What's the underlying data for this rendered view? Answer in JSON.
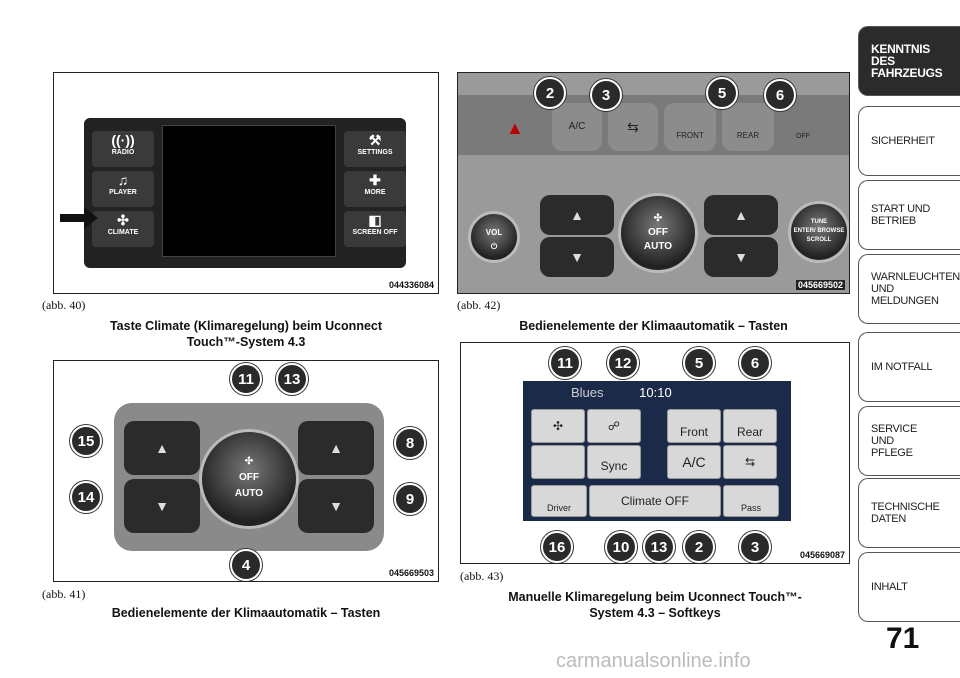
{
  "figures": [
    {
      "abb": "(abb. 40)",
      "caption_line1": "Taste Climate (Klimaregelung) beim Uconnect",
      "caption_line2": "Touch™-System 4.3",
      "code": "044336084",
      "buttons_left": [
        "RADIO",
        "PLAYER",
        "CLIMATE"
      ],
      "buttons_right": [
        "SETTINGS",
        "MORE",
        "SCREEN OFF"
      ]
    },
    {
      "abb": "(abb. 42)",
      "caption": "Bedienelemente der Klimaautomatik – Tasten",
      "code": "045669502",
      "labels": {
        "ac": "A/C",
        "front": "FRONT",
        "rear": "REAR",
        "off": "OFF",
        "vol": "VOL",
        "off_knob": "OFF",
        "auto": "AUTO",
        "tune": "TUNE",
        "enter": "ENTER/ BROWSE",
        "scroll": "SCROLL"
      },
      "callouts": [
        "2",
        "3",
        "5",
        "6"
      ]
    },
    {
      "abb": "(abb. 41)",
      "caption": "Bedienelemente der Klimaautomatik – Tasten",
      "code": "045669503",
      "labels": {
        "off": "OFF",
        "auto": "AUTO"
      },
      "callouts": [
        "11",
        "13",
        "15",
        "8",
        "14",
        "9",
        "4"
      ]
    },
    {
      "abb": "(abb. 43)",
      "caption_line1": "Manuelle Klimaregelung beim Uconnect Touch™-",
      "caption_line2": "System 4.3 – Softkeys",
      "code": "045669087",
      "labels": {
        "blues": "Blues",
        "time": "10:10",
        "front": "Front",
        "rear": "Rear",
        "sync": "Sync",
        "ac": "A/C",
        "driver": "Driver",
        "climate_off": "Climate OFF",
        "pass": "Pass"
      },
      "callouts_top": [
        "11",
        "12",
        "5",
        "6"
      ],
      "callouts_bottom": [
        "16",
        "10",
        "13",
        "2",
        "3"
      ]
    }
  ],
  "tabs": [
    {
      "lines": [
        "KENNTNIS",
        "DES",
        "FAHRZEUGS"
      ],
      "active": true
    },
    {
      "lines": [
        "SICHERHEIT"
      ],
      "active": false
    },
    {
      "lines": [
        "START UND",
        "BETRIEB"
      ],
      "active": false
    },
    {
      "lines": [
        "WARNLEUCHTEN",
        "UND",
        "MELDUNGEN"
      ],
      "active": false
    },
    {
      "lines": [
        "IM NOTFALL"
      ],
      "active": false
    },
    {
      "lines": [
        "SERVICE",
        "UND",
        "PFLEGE"
      ],
      "active": false
    },
    {
      "lines": [
        "TECHNISCHE",
        "DATEN"
      ],
      "active": false
    },
    {
      "lines": [
        "INHALT"
      ],
      "active": false
    }
  ],
  "page_number": "71",
  "watermark": "carmanualsonline.info",
  "icons": [
    "radio-icon",
    "player-icon",
    "climate-icon",
    "settings-icon",
    "more-icon",
    "screen-off-icon",
    "arrow-icon",
    "hazard-icon"
  ]
}
